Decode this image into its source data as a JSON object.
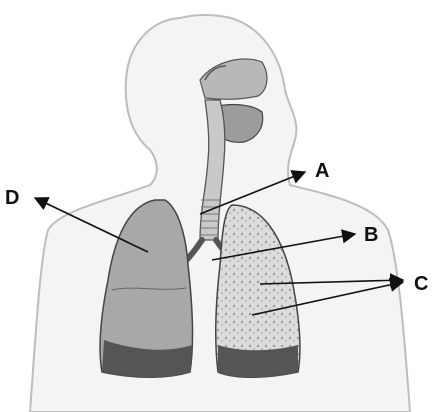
{
  "labels": {
    "a": "A",
    "b": "B",
    "c": "C",
    "d": "D"
  },
  "colors": {
    "body_outline": "#bdbdbd",
    "body_fill": "#f4f4f4",
    "lung_dark": "#8a8a8a",
    "lung_light": "#d8d8d8",
    "arrow": "#111111"
  }
}
